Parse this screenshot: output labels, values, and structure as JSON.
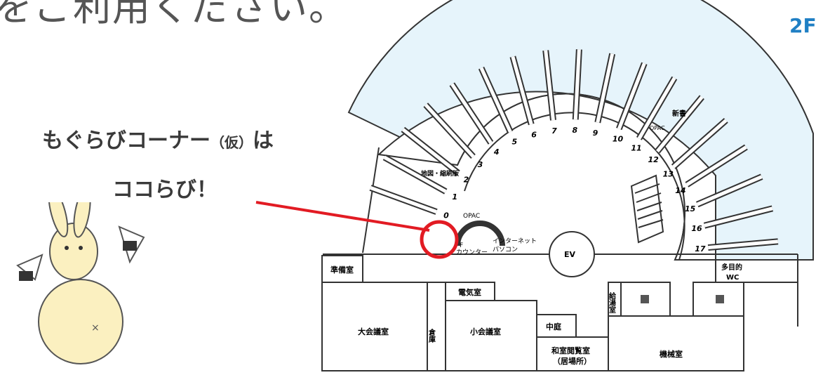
{
  "caption": "をご利用ください。",
  "corner_label": {
    "main": "もぐらびコーナー",
    "paren": "（仮）",
    "tail": "は",
    "second_line": "ココらび！"
  },
  "floor": "2F",
  "rooms": {
    "junbi": "準備室",
    "denki": "電気室",
    "daikaigi": "大会議室",
    "souko": "倉庫",
    "shokaigi": "小会議室",
    "nakaniwa": "中庭",
    "washitsu": "和室閲覧室",
    "washitsu_sub": "（居場所）",
    "kikai": "機械室",
    "kyuto": "給湯室",
    "tamokuteki": "多目的",
    "wc": "WC",
    "ev": "EV",
    "shinsho": "新書",
    "chizu": "地図・縮刷版",
    "opac": "OPAC",
    "opac2": "OPAC",
    "internet1": "インターネット",
    "internet2": "パソコン",
    "counter1": "F",
    "counter2": "カウンター"
  },
  "shelf_numbers": [
    "0",
    "1",
    "2",
    "3",
    "4",
    "5",
    "6",
    "7",
    "8",
    "9",
    "10",
    "11",
    "12",
    "13",
    "14",
    "15",
    "16",
    "17"
  ],
  "colors": {
    "shelf_area": "#e6f4fb",
    "highlight": "#e21b23",
    "floor_text": "#1f7fc4"
  }
}
